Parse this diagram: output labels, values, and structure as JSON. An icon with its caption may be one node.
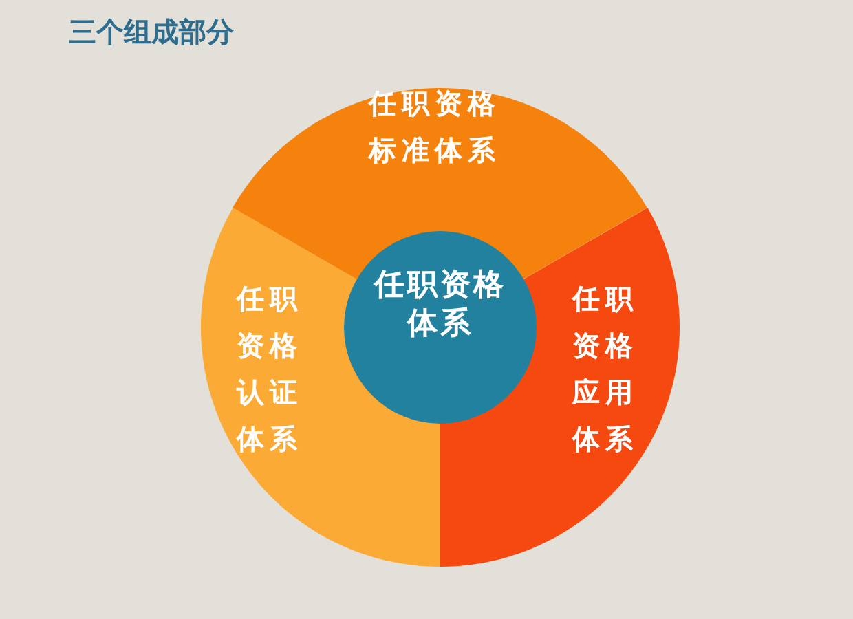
{
  "diagram": {
    "title": "三个组成部分",
    "nodes": [
      {
        "text": [
          "任职资格标准体系"
        ]
      },
      {
        "text": [
          "任职资格认证体系"
        ]
      },
      {
        "text": [
          "任职资格体系"
        ]
      },
      {
        "text": [
          "任职资格应用体系"
        ]
      }
    ]
  }
}
